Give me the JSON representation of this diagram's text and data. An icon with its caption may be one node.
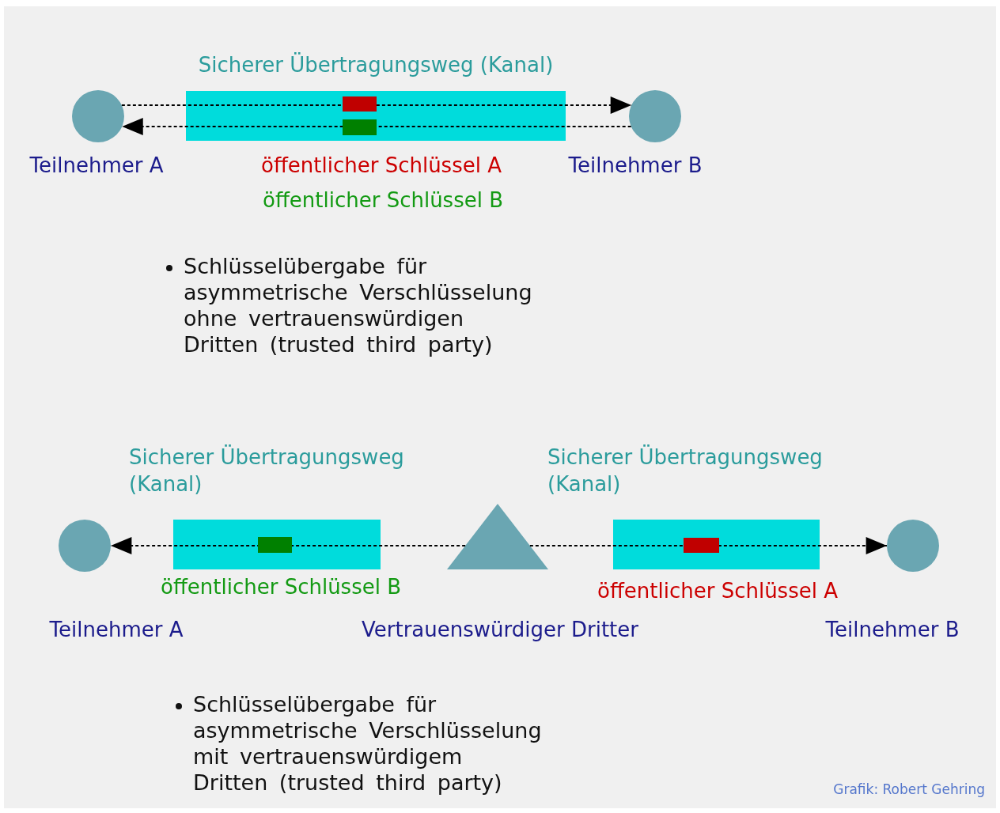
{
  "diagram": {
    "nodes": [
      {
        "text": [],
        "shape": "circle",
        "beside": [
          "Teilnehmer A"
        ]
      },
      {
        "text": [],
        "shape": "circle",
        "beside": [
          "Teilnehmer B"
        ]
      },
      {
        "text": [],
        "shape": "circle",
        "beside": [
          "Teilnehmer A"
        ]
      },
      {
        "text": [],
        "shape": "triangle",
        "beside": [
          "Vertrauenswürdiger Dritter"
        ]
      },
      {
        "text": [],
        "shape": "circle",
        "beside": [
          "Teilnehmer B"
        ]
      }
    ],
    "edges": [
      {
        "from": 0,
        "to": 1,
        "arrow": "to",
        "style": "dashed"
      },
      {
        "from": 1,
        "to": 0,
        "arrow": "to",
        "style": "dashed"
      },
      {
        "from": 3,
        "to": 2,
        "arrow": "to",
        "style": "dashed"
      },
      {
        "from": 3,
        "to": 4,
        "arrow": "to",
        "style": "dashed"
      }
    ],
    "labels": [
      "Sicherer Übertragungsweg (Kanal)",
      "öffentlicher Schlüssel A",
      "öffentlicher Schlüssel B",
      "Schlüsselübergabe für asymmetrische Verschlüsselung ohne vertrauenswürdigen Dritten (trusted third party)",
      "Sicherer Übertragungsweg (Kanal)",
      "Sicherer Übertragungsweg (Kanal)",
      "öffentlicher Schlüssel B",
      "öffentlicher Schlüssel A",
      "Schlüsselübergabe für asymmetrische Verschlüsselung mit vertrauenswürdigem Dritten (trusted third party)",
      "Grafik: Robert Gehring"
    ]
  }
}
